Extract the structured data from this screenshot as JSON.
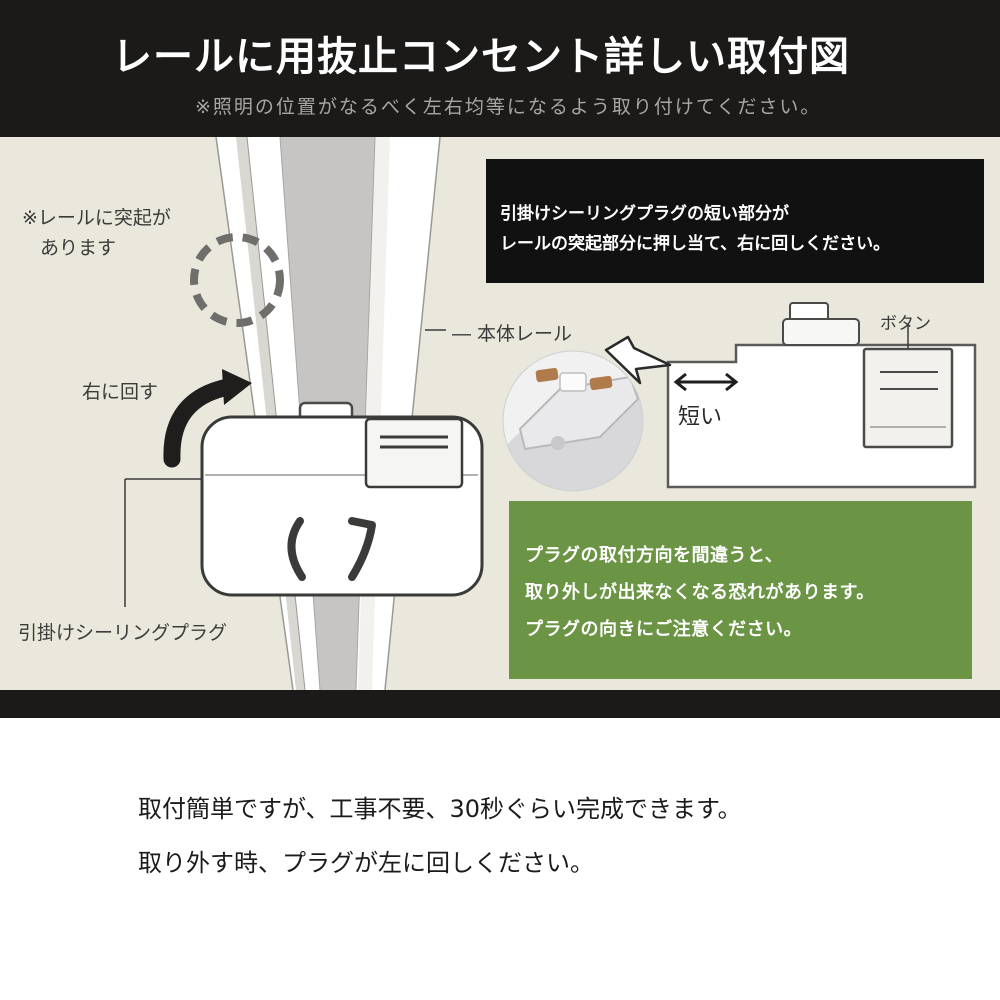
{
  "header": {
    "title": "レールに用抜止コンセント詳しい取付図",
    "subtitle": "※照明の位置がなるべく左右均等になるよう取り付けてください。"
  },
  "diagram": {
    "bump_note_line1": "※レールに突起が",
    "bump_note_line2": "あります",
    "rail_label": "― 本体レール",
    "turn_label": "右に回す",
    "plug_label": "引掛けシーリングプラグ",
    "button_label": "ボタン",
    "short_label": "短い"
  },
  "instruction": {
    "line1": "引掛けシーリングプラグの短い部分が",
    "line2": "レールの突起部分に押し当て、右に回しください。"
  },
  "warning": {
    "line1": "プラグの取付方向を間違うと、",
    "line2": "取り外しが出来なくなる恐れがあります。",
    "line3": "プラグの向きにご注意ください。"
  },
  "footer": {
    "line1": "取付簡単ですが、工事不要、30秒ぐらい完成できます。",
    "line2": "取り外す時、プラグが左に回しください。"
  },
  "colors": {
    "header_bg": "#1b1a19",
    "panel_bg": "#eae8dc",
    "warning_bg": "#6b9444",
    "instruction_bg": "#111111"
  }
}
